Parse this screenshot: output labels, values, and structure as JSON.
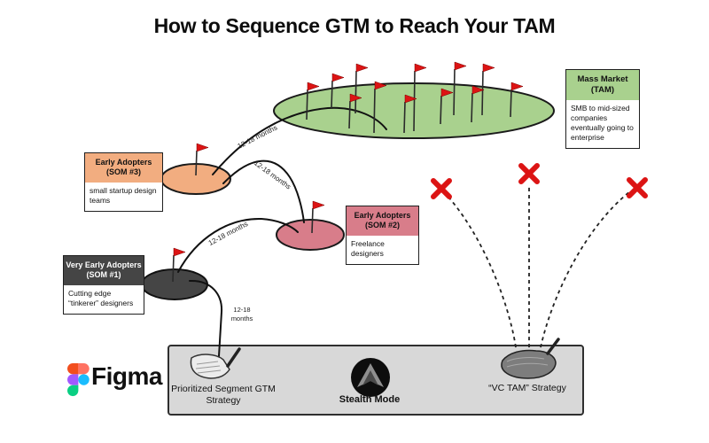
{
  "title": "How to Sequence GTM to Reach Your TAM",
  "colors": {
    "tam_green": "#a9d18e",
    "som3_orange": "#f2ad80",
    "som2_pink": "#d87d8a",
    "som1_dark": "#454545",
    "flag_red": "#dc1414",
    "x_red": "#dc1414",
    "footer_bar_bg": "#d8d8d8",
    "figma_orange": "#f24e1e",
    "figma_salmon": "#ff7262",
    "figma_purple": "#a259ff",
    "figma_blue": "#1abcfe",
    "figma_green": "#0acf83"
  },
  "segments": {
    "tam": {
      "header": "Mass Market (TAM)",
      "body": "SMB to mid-sized companies eventually going to enterprise"
    },
    "som3": {
      "header": "Early Adopters (SOM #3)",
      "body": "small startup design teams"
    },
    "som2": {
      "header": "Early Adopters (SOM #2)",
      "body": "Freelance designers"
    },
    "som1": {
      "header": "Very Early Adopters (SOM #1)",
      "body": "Cutting edge “tinkerer” designers"
    }
  },
  "arc_labels": {
    "som3_to_tam": "12-18 months",
    "som2_to_som3": "12-18 months",
    "som1_to_som2": "12-18 months",
    "shot_line1": "12-18",
    "shot_line2": "months"
  },
  "footer": {
    "left_label": "Prioritized Segment GTM Strategy",
    "center_label": "Stealth Mode",
    "right_label": "“VC TAM” Strategy"
  },
  "brand": {
    "wordmark": "Figma"
  }
}
